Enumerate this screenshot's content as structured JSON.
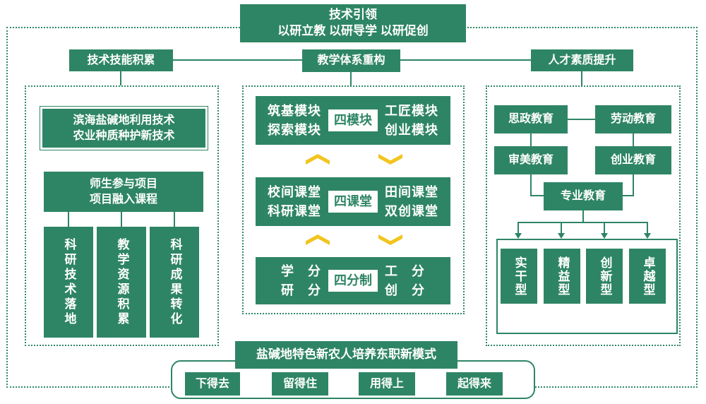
{
  "colors": {
    "green": "#2E8565",
    "yellow": "#F2C41E"
  },
  "top_banner": {
    "line1": "技术引领",
    "line2": "以研立教 以研导学 以研促创"
  },
  "headers": {
    "left": "技术技能积累",
    "center": "教学体系重构",
    "right": "人才素质提升"
  },
  "left_panel": {
    "tech_box": {
      "line1": "滨海盐碱地利用技术",
      "line2": "农业种质种护新技术"
    },
    "project_box": {
      "line1": "师生参与项目",
      "line2": "项目融入课程"
    },
    "pillars": [
      "科研技术落地",
      "教学资源积累",
      "科研成果转化"
    ]
  },
  "center_panel": {
    "rows": [
      {
        "left1": "筑基模块",
        "left2": "探索模块",
        "center": "四模块",
        "right1": "工匠模块",
        "right2": "创业模块"
      },
      {
        "left1": "校间课堂",
        "left2": "科研课堂",
        "center": "四课堂",
        "right1": "田间课堂",
        "right2": "双创课堂"
      },
      {
        "left1": "学　分",
        "left2": "研　分",
        "center": "四分制",
        "right1": "工　分",
        "right2": "创　分"
      }
    ]
  },
  "right_panel": {
    "edu_boxes": [
      "思政教育",
      "劳动教育",
      "审美教育",
      "创业教育",
      "专业教育"
    ],
    "types": [
      "实干型",
      "精益型",
      "创新型",
      "卓越型"
    ]
  },
  "bottom": {
    "title": "盐碱地特色新农人培养东职新模式",
    "items": [
      "下得去",
      "留得住",
      "用得上",
      "起得来"
    ]
  }
}
